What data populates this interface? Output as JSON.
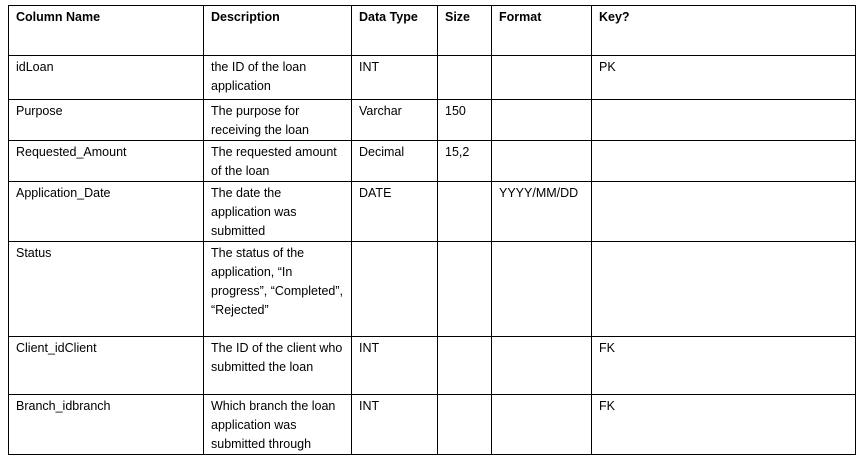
{
  "table": {
    "headers": {
      "column_name": "Column Name",
      "description": "Description",
      "data_type": "Data Type",
      "size": "Size",
      "format": "Format",
      "key": "Key?"
    },
    "rows": [
      {
        "column_name": "idLoan",
        "description": "the ID of the loan application",
        "data_type": "INT",
        "size": "",
        "format": "",
        "key": "PK"
      },
      {
        "column_name": "Purpose",
        "description": "The purpose for receiving the loan",
        "data_type": "Varchar",
        "size": "150",
        "format": "",
        "key": ""
      },
      {
        "column_name": "Requested_Amount",
        "description": "The requested amount of the loan",
        "data_type": "Decimal",
        "size": "15,2",
        "format": "",
        "key": ""
      },
      {
        "column_name": "Application_Date",
        "description": "The date the application was submitted",
        "data_type": "DATE",
        "size": "",
        "format": "YYYY/MM/DD",
        "key": ""
      },
      {
        "column_name": "Status",
        "description": "The status of the application, “In progress”, “Completed”, “Rejected”",
        "data_type": "",
        "size": "",
        "format": "",
        "key": ""
      },
      {
        "column_name": "Client_idClient",
        "description": "The ID of the client who submitted the loan",
        "data_type": "INT",
        "size": "",
        "format": "",
        "key": "FK"
      },
      {
        "column_name": "Branch_idbranch",
        "description": "Which branch the loan application was submitted through",
        "data_type": "INT",
        "size": "",
        "format": "",
        "key": "FK"
      }
    ]
  }
}
